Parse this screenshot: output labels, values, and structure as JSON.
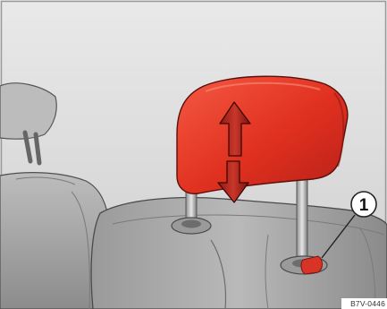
{
  "figure": {
    "code": "B7V-0446",
    "callout": {
      "number": "1"
    },
    "arrows": {
      "direction": "up-and-down"
    },
    "colors": {
      "background": "#d6d6d6",
      "headrest": "#e63a2a",
      "headrest_dark": "#a8201a",
      "seat": "#a9a9a9",
      "seat_dark": "#6f6f6f",
      "latch_button": "#d83426"
    }
  }
}
